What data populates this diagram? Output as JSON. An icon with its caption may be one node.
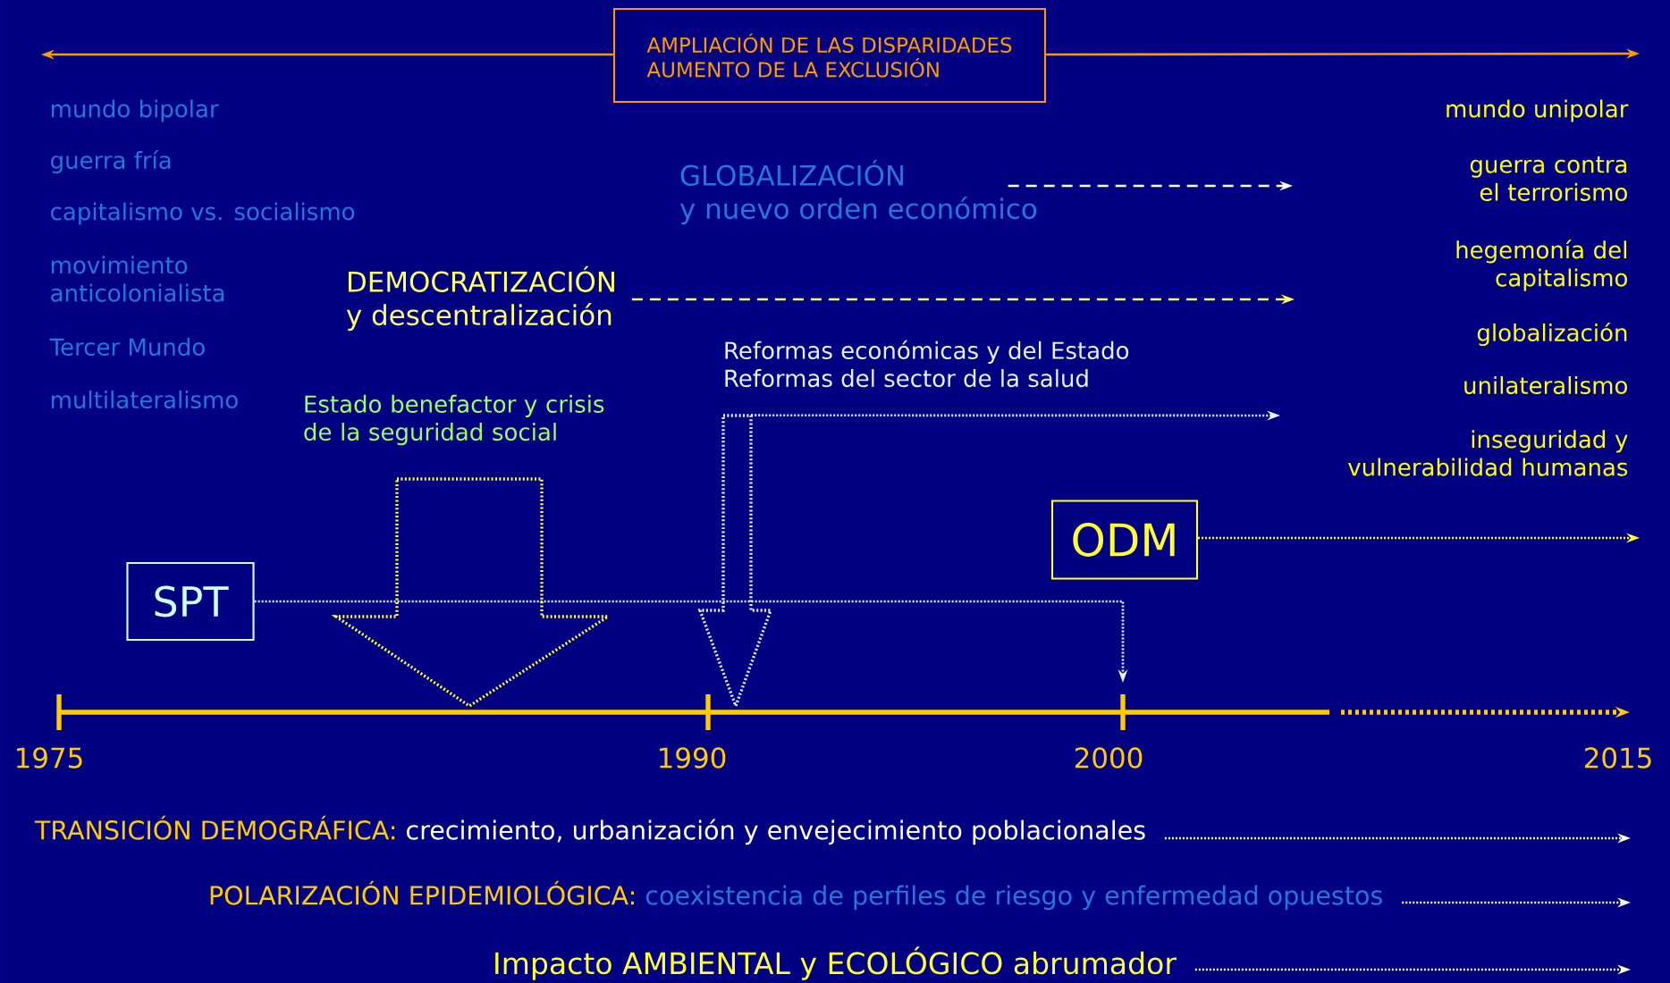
{
  "diagram": {
    "nodes": [
      {
        "text": [
          "AMPLIACIÓN DE LAS DISPARIDADES",
          "AUMENTO DE LA EXCLUSIÓN"
        ]
      },
      {
        "text": [
          "GLOBALIZACIÓN",
          "y nuevo orden económico"
        ]
      },
      {
        "text": [
          "DEMOCRATIZACIÓN",
          "y descentralización"
        ]
      },
      {
        "text": [
          "Reformas económicas y del Estado",
          "Reformas del sector de la salud"
        ]
      },
      {
        "text": [
          "Estado benefactor y crisis de la seguridad social"
        ]
      },
      {
        "text": [],
        "shape": "arrow"
      },
      {
        "text": [],
        "shape": "arrow"
      },
      {
        "text": [
          "SPT"
        ]
      },
      {
        "text": [
          "ODM"
        ]
      },
      {
        "text": [
          "TRANSICIÓN DEMOGRÁFICA:",
          "crecimiento, urbanización y envejecimiento poblacionales"
        ]
      },
      {
        "text": [
          "POLARIZACIÓN EPIDEMIOLÓGICA:",
          "coexistencia de perfiles de riesgo y enfermedad opuestos"
        ]
      },
      {
        "text": [
          "Impacto AMBIENTAL y ECOLÓGICO abrumador"
        ]
      }
    ],
    "edges": [
      {
        "from": 0,
        "to": null,
        "arrow": "to",
        "color": "#ff9900"
      },
      {
        "from": 0,
        "to": null,
        "arrow": "to",
        "color": "#ff9900"
      },
      {
        "from": 1,
        "to": null,
        "arrow": "to",
        "style": "dashed",
        "color": "#ffffff"
      },
      {
        "from": 2,
        "to": null,
        "arrow": "to",
        "style": "dashed",
        "color": "#ffff66"
      },
      {
        "from": 6,
        "to": null,
        "arrow": "to",
        "style": "dashed",
        "color": "#e6f2ff"
      },
      {
        "from": 7,
        "to": null,
        "arrow": "to",
        "style": "dashed",
        "color": "#e6f2ff"
      },
      {
        "from": 8,
        "to": null,
        "arrow": "to",
        "style": "dashed",
        "color": "#ffff33"
      },
      {
        "from": 9,
        "to": null,
        "arrow": "to",
        "style": "dashed",
        "color": "#ffffcc"
      },
      {
        "from": 10,
        "to": null,
        "arrow": "to",
        "style": "dashed",
        "color": "#ffffcc"
      },
      {
        "from": 11,
        "to": null,
        "arrow": "to",
        "style": "dashed",
        "color": "#ffffcc"
      }
    ],
    "labels": [
      "mundo bipolar",
      "guerra fría",
      "capitalismo vs. socialismo",
      "movimiento anticolonialista",
      "Tercer Mundo",
      "multilateralismo",
      "mundo unipolar",
      "guerra contra el terrorismo",
      "hegemonía del capitalismo",
      "globalización",
      "unilateralismo",
      "inseguridad y vulnerabilidad humanas",
      "1975",
      "1990",
      "2000",
      "2015"
    ]
  }
}
